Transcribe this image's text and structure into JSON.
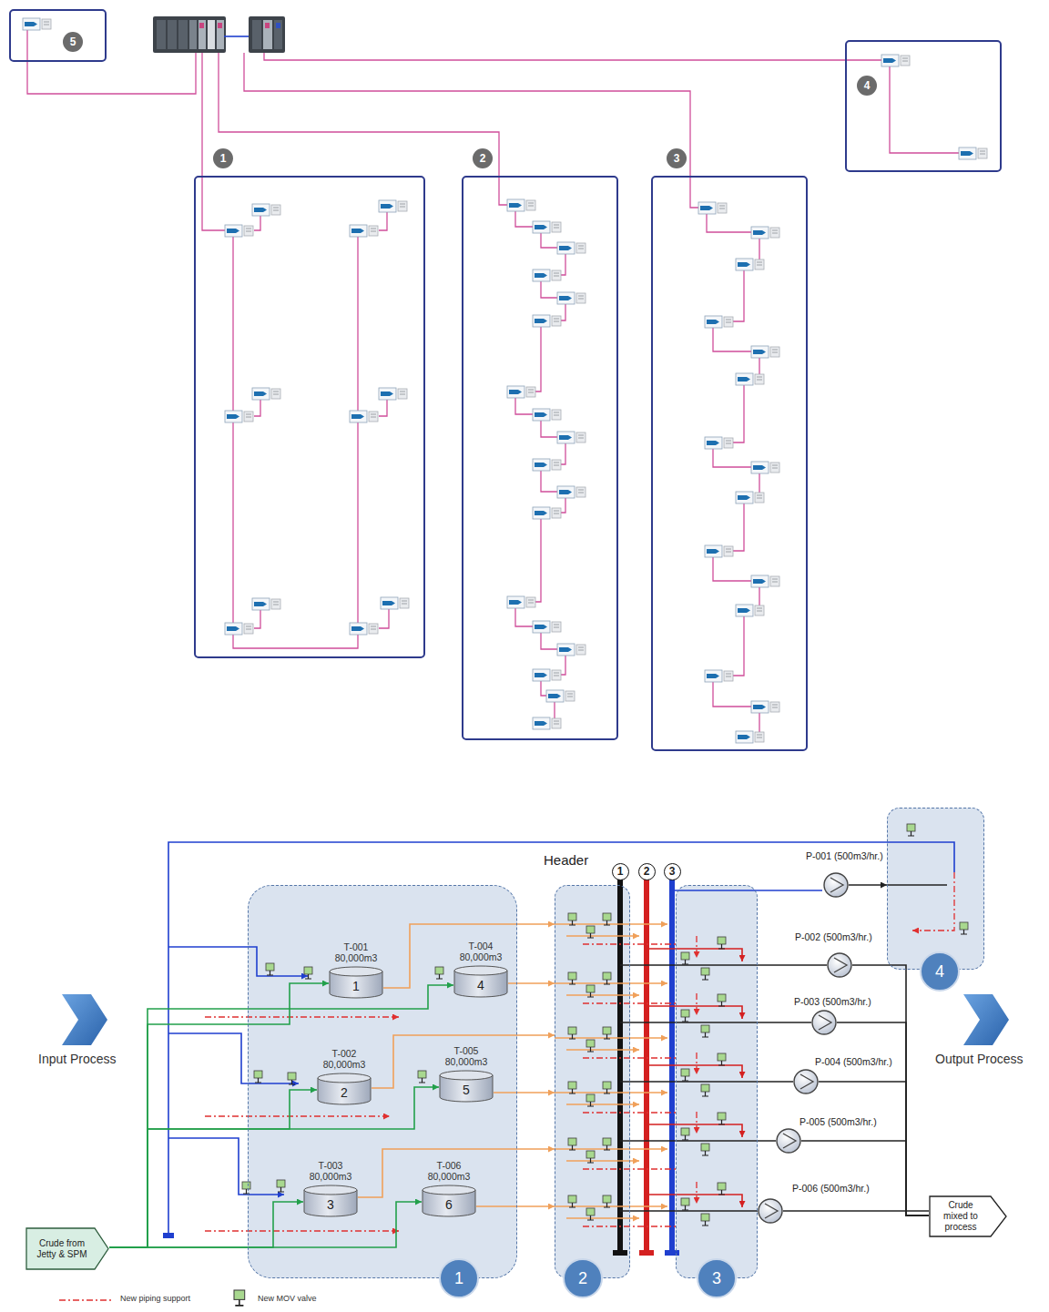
{
  "diagram": {
    "nodes": [
      {
        "text": [
          "5"
        ]
      },
      {
        "text": [
          "1"
        ]
      },
      {
        "text": [
          "2"
        ]
      },
      {
        "text": [
          "3"
        ]
      },
      {
        "text": [
          "4"
        ]
      },
      {
        "text": [
          "Input Process"
        ]
      },
      {
        "text": [
          "Crude from Jetty & SPM"
        ]
      },
      {
        "text": [
          "1"
        ]
      },
      {
        "text": [
          "T-001 80,000m3",
          "1"
        ],
        "in": 7
      },
      {
        "text": [
          "T-004 80,000m3",
          "4"
        ],
        "in": 7
      },
      {
        "text": [
          "T-002 80,000m3",
          "2"
        ],
        "in": 7
      },
      {
        "text": [
          "T-005 80,000m3",
          "5"
        ],
        "in": 7
      },
      {
        "text": [
          "T-003 80,000m3",
          "3"
        ],
        "in": 7
      },
      {
        "text": [
          "T-006 80,000m3",
          "6"
        ],
        "in": 7
      },
      {
        "text": [
          "2"
        ]
      },
      {
        "text": [
          "3"
        ]
      },
      {
        "text": [
          "4"
        ]
      },
      {
        "text": [
          "P-001 (500m3/hr.)"
        ]
      },
      {
        "text": [
          "P-002 (500m3/hr.)"
        ]
      },
      {
        "text": [
          "P-003 (500m3/hr.)"
        ]
      },
      {
        "text": [
          "P-004 (500m3/hr.)"
        ]
      },
      {
        "text": [
          "P-005 (500m3/hr.)"
        ]
      },
      {
        "text": [
          "P-006 (500m3/hr.)"
        ]
      },
      {
        "text": [
          "Crude mixed to process"
        ]
      },
      {
        "text": [
          "Output Process"
        ]
      }
    ],
    "edges": [
      {
        "from": 6,
        "to": 8,
        "arrow": "to"
      },
      {
        "from": 6,
        "to": 9,
        "arrow": "to"
      },
      {
        "from": 6,
        "to": 10,
        "arrow": "to"
      },
      {
        "from": 6,
        "to": 11,
        "arrow": "to"
      },
      {
        "from": 6,
        "to": 12,
        "arrow": "to"
      },
      {
        "from": 6,
        "to": 13,
        "arrow": "to"
      },
      {
        "from": 8,
        "to": 14,
        "arrow": "to"
      },
      {
        "from": 9,
        "to": 14,
        "arrow": "to"
      },
      {
        "from": 10,
        "to": 14,
        "arrow": "to"
      },
      {
        "from": 11,
        "to": 14,
        "arrow": "to"
      },
      {
        "from": 12,
        "to": 14,
        "arrow": "to"
      },
      {
        "from": 13,
        "to": 14,
        "arrow": "to"
      },
      {
        "from": 17,
        "to": 16,
        "arrow": "to"
      },
      {
        "from": 18,
        "to": 23,
        "arrow": "none"
      },
      {
        "from": 19,
        "to": 23,
        "arrow": "none"
      },
      {
        "from": 20,
        "to": 23,
        "arrow": "none"
      },
      {
        "from": 21,
        "to": 23,
        "arrow": "none"
      },
      {
        "from": 22,
        "to": 23,
        "arrow": "none"
      }
    ],
    "labels": [
      "Header",
      "1",
      "2",
      "3"
    ],
    "legend": [
      {
        "text": "New piping support"
      },
      {
        "text": "New MOV valve"
      }
    ]
  }
}
